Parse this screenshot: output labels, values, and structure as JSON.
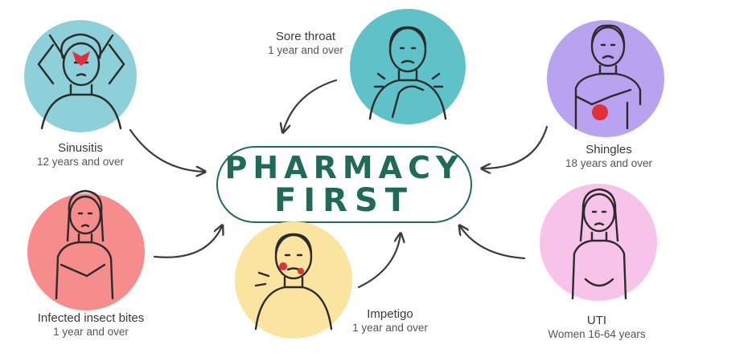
{
  "center": {
    "line1": "PHARMACY",
    "line2": "FIRST"
  },
  "conditions": [
    {
      "id": "sinusitis",
      "name": "Sinusitis",
      "age": "12 years and over",
      "color": "#8dd0d9"
    },
    {
      "id": "sore-throat",
      "name": "Sore throat",
      "age": "1 year and over",
      "color": "#5fc2c9"
    },
    {
      "id": "shingles",
      "name": "Shingles",
      "age": "18 years and over",
      "color": "#b9a3f0"
    },
    {
      "id": "insect-bites",
      "name": "Infected insect bites",
      "age": "1 year and over",
      "color": "#f78c8c"
    },
    {
      "id": "impetigo",
      "name": "Impetigo",
      "age": "1 year and over",
      "color": "#fbe3a0"
    },
    {
      "id": "uti",
      "name": "UTI",
      "age": "Women 16-64 years",
      "color": "#f8c3e8"
    }
  ],
  "colors": {
    "accent": "#1f6b57",
    "outline": "#2b2b2b",
    "arrow": "#3c3c3c"
  }
}
